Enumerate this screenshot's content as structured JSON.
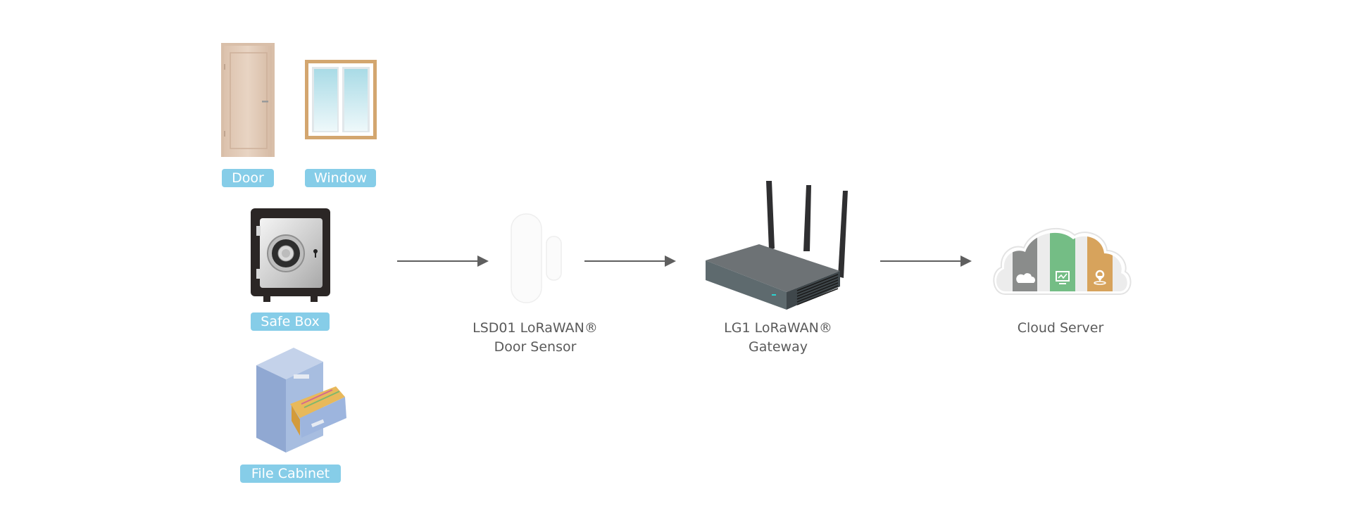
{
  "diagram": {
    "sources": [
      {
        "label": "Door",
        "icon": "door-icon"
      },
      {
        "label": "Window",
        "icon": "window-icon"
      },
      {
        "label": "Safe Box",
        "icon": "safe-icon"
      },
      {
        "label": "File Cabinet",
        "icon": "file-cabinet-icon"
      }
    ],
    "sensor": {
      "line1": "LSD01 LoRaWAN®",
      "line2": "Door Sensor",
      "icon": "door-sensor-icon"
    },
    "gateway": {
      "line1": "LG1 LoRaWAN®",
      "line2": "Gateway",
      "icon": "gateway-icon"
    },
    "cloud": {
      "label": "Cloud Server",
      "icon": "cloud-server-icon"
    },
    "colors": {
      "badge": "#86cde8",
      "arrow": "#5f5f5f",
      "caption": "#5a5a5a",
      "cloud_gray": "#8a8c8b",
      "cloud_green": "#74bd85",
      "cloud_orange": "#d7a35c"
    }
  }
}
